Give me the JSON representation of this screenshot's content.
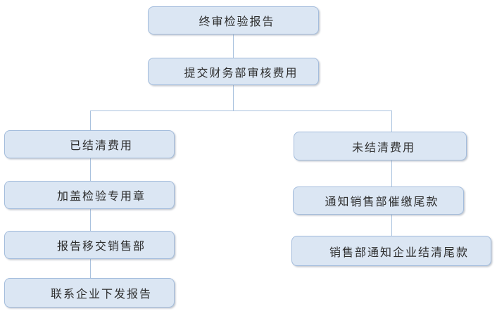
{
  "diagram": {
    "type": "flowchart",
    "background": "#ffffff",
    "colors": {
      "node_fill": "#dbe6f3",
      "node_border": "#a3bcdc",
      "connector": "#a9c2de",
      "text": "#2d2d2d"
    },
    "nodes": {
      "final_report": {
        "label": "终审检验报告"
      },
      "submit_finance": {
        "label": "提交财务部审核费用"
      },
      "fees_settled": {
        "label": "已结清费用"
      },
      "stamp_seal": {
        "label": "加盖检验专用章"
      },
      "report_to_sales": {
        "label": "报告移交销售部"
      },
      "contact_enterprise": {
        "label": "联系企业下发报告"
      },
      "fees_unsettled": {
        "label": "未结清费用"
      },
      "notify_sales_dept": {
        "label": "通知销售部催缴尾款"
      },
      "sales_notify_enterprise": {
        "label": "销售部通知企业结清尾款"
      }
    },
    "edges": [
      {
        "from": "final_report",
        "to": "submit_finance"
      },
      {
        "from": "submit_finance",
        "to": "fees_settled"
      },
      {
        "from": "submit_finance",
        "to": "fees_unsettled"
      },
      {
        "from": "fees_settled",
        "to": "stamp_seal"
      },
      {
        "from": "stamp_seal",
        "to": "report_to_sales"
      },
      {
        "from": "report_to_sales",
        "to": "contact_enterprise"
      },
      {
        "from": "fees_unsettled",
        "to": "notify_sales_dept"
      },
      {
        "from": "notify_sales_dept",
        "to": "sales_notify_enterprise"
      }
    ]
  }
}
